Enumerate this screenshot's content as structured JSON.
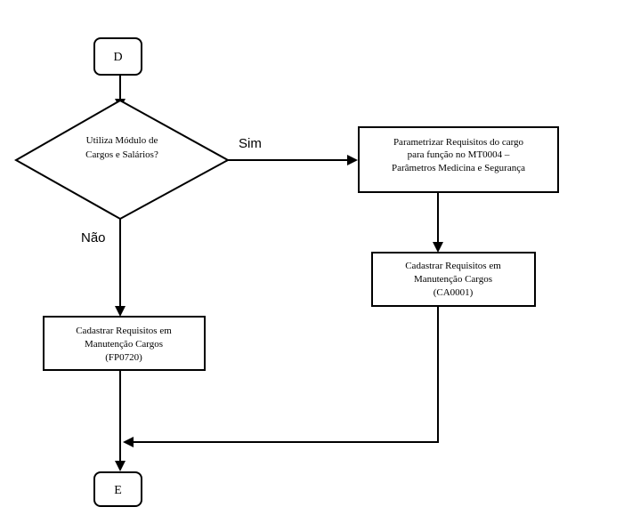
{
  "diagram": {
    "start_terminator": {
      "label": "D"
    },
    "end_terminator": {
      "label": "E"
    },
    "decision": {
      "lines": [
        "Utiliza Módulo de",
        "Cargos e Salários?"
      ],
      "yes_label": "Sim",
      "no_label": "Não"
    },
    "process_parametrizar": {
      "lines": [
        "Parametrizar Requisitos do cargo",
        "para função no MT0004 –",
        "Parâmetros Medicina e Segurança"
      ]
    },
    "process_cadastrar_ca": {
      "lines": [
        "Cadastrar Requisitos em",
        "Manutenção Cargos",
        "(CA0001)"
      ]
    },
    "process_cadastrar_fp": {
      "lines": [
        "Cadastrar Requisitos em",
        "Manutenção Cargos",
        "(FP0720)"
      ]
    }
  },
  "colors": {
    "line": "#000000",
    "fill": "#ffffff"
  }
}
